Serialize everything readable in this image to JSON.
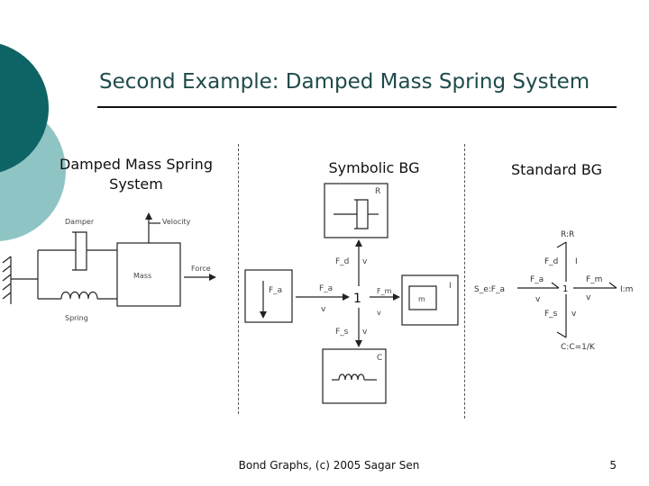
{
  "slide": {
    "title": "Second Example: Damped Mass Spring System",
    "footer": "Bond Graphs, (c) 2005 Sagar Sen",
    "page_number": "5"
  },
  "sections": {
    "physical": "Damped Mass Spring System",
    "symbolic": "Symbolic BG",
    "standard": "Standard BG"
  },
  "physical": {
    "damper": "Damper",
    "velocity": "Velocity",
    "mass": "Mass",
    "force": "Force",
    "spring": "Spring"
  },
  "symbolic": {
    "r_label": "R",
    "fd": "F_d",
    "v_d": "v",
    "fa_box": "F_a",
    "fa": "F_a",
    "v_a": "v",
    "junction": "1",
    "fm": "F_m",
    "v_m": "v",
    "i_label": "I",
    "m_label": "m",
    "fs": "F_s",
    "v_s": "v",
    "c_label": "C"
  },
  "standard": {
    "rr": "R:R",
    "fd": "F_d",
    "i_d": "I",
    "fa": "F_a",
    "fm": "F_m",
    "se": "S_e:F_a",
    "junction": "1",
    "im": "I:m",
    "v_a": "v",
    "v_m": "v",
    "fs": "F_s",
    "v_s": "v",
    "c": "C:C=1/K"
  },
  "colors": {
    "deco_dark": "#0e6464",
    "deco_light": "#8fc4c4",
    "title": "#1f4a4a"
  }
}
